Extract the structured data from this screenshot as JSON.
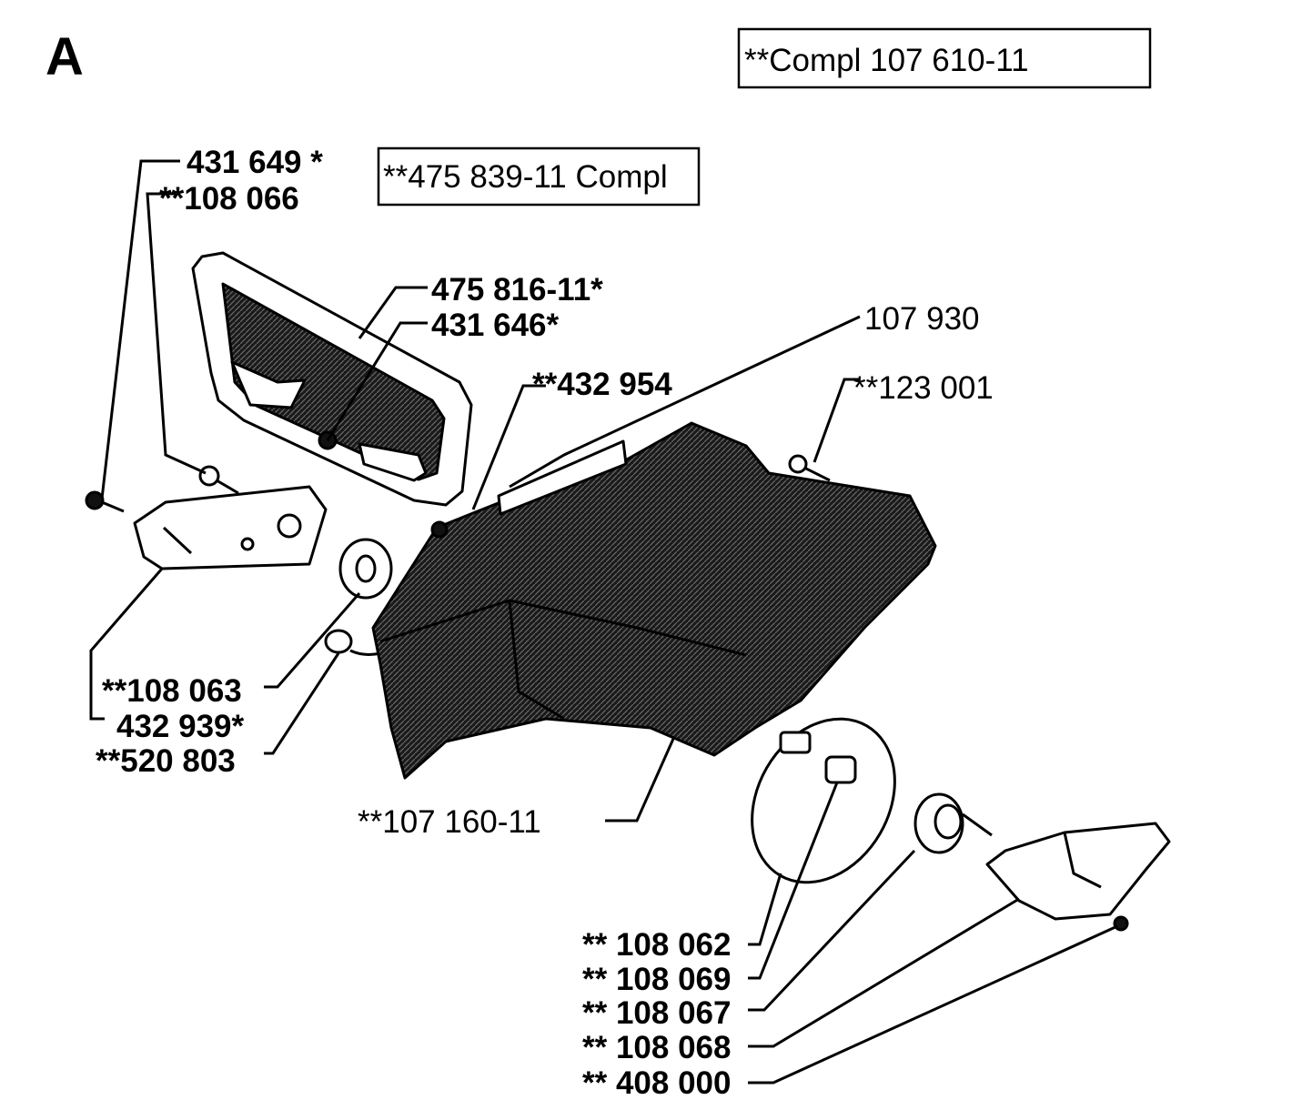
{
  "section_letter": "A",
  "kits": [
    {
      "id": "kit-top",
      "text": "**Compl   107 610-11"
    },
    {
      "id": "kit-guard",
      "text": "**475 839-11 Compl"
    }
  ],
  "callouts": [
    {
      "id": "431-649",
      "text": "431 649 *"
    },
    {
      "id": "108-066",
      "text": "**108 066"
    },
    {
      "id": "475-816-11",
      "text": "475 816-11*"
    },
    {
      "id": "431-646",
      "text": "431 646*"
    },
    {
      "id": "107-930",
      "text": "107 930"
    },
    {
      "id": "432-954",
      "text": "**432 954"
    },
    {
      "id": "123-001",
      "text": "**123 001"
    },
    {
      "id": "108-063",
      "text": "**108 063"
    },
    {
      "id": "432-939",
      "text": "432 939*"
    },
    {
      "id": "520-803",
      "text": "**520 803"
    },
    {
      "id": "107-160-11",
      "text": "**107  160-11"
    },
    {
      "id": "108-062",
      "text": "** 108 062"
    },
    {
      "id": "108-069",
      "text": "** 108 069"
    },
    {
      "id": "108-067",
      "text": "** 108 067"
    },
    {
      "id": "108-068",
      "text": "** 108 068"
    },
    {
      "id": "408-000",
      "text": "** 408 000"
    }
  ]
}
